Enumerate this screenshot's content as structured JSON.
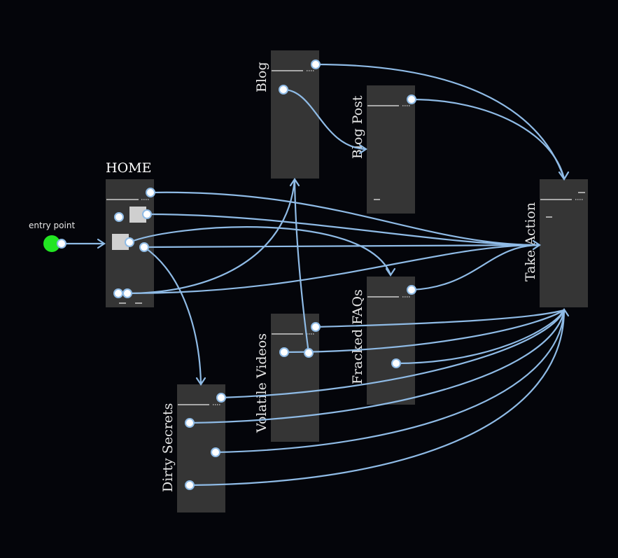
{
  "colors": {
    "background": "#04050a",
    "node": "#353535",
    "edge": "#8fbbe6",
    "entry": "#22e622"
  },
  "entry_label": "entry point",
  "nodes": {
    "home": "HOME",
    "blog": "Blog",
    "blog_post": "Blog Post",
    "take_action": "Take Action",
    "fracked_faqs": "Fracked FAQs",
    "volatile_videos": "Volatile Videos",
    "dirty_secrets": "Dirty Secrets"
  },
  "icons": [
    "arrowhead-icon",
    "port-icon",
    "handle-icon"
  ]
}
